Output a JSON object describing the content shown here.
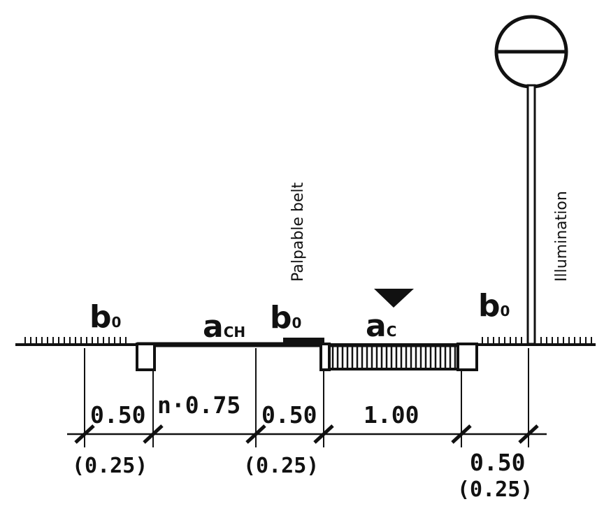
{
  "labels": {
    "b0": "b",
    "b0_sub": "0",
    "ach": "a",
    "ach_sub": "CH",
    "ac": "a",
    "ac_sub": "C",
    "palpable_belt": "Palpable belt",
    "illumination": "Illumination"
  },
  "dimensions": {
    "d1": "0.50",
    "d1_paren": "(0.25)",
    "d2": "n·0.75",
    "d3": "0.50",
    "d3_paren": "(0.25)",
    "d4": "1.00",
    "d5": "0.50",
    "d5_paren": "(0.25)"
  }
}
